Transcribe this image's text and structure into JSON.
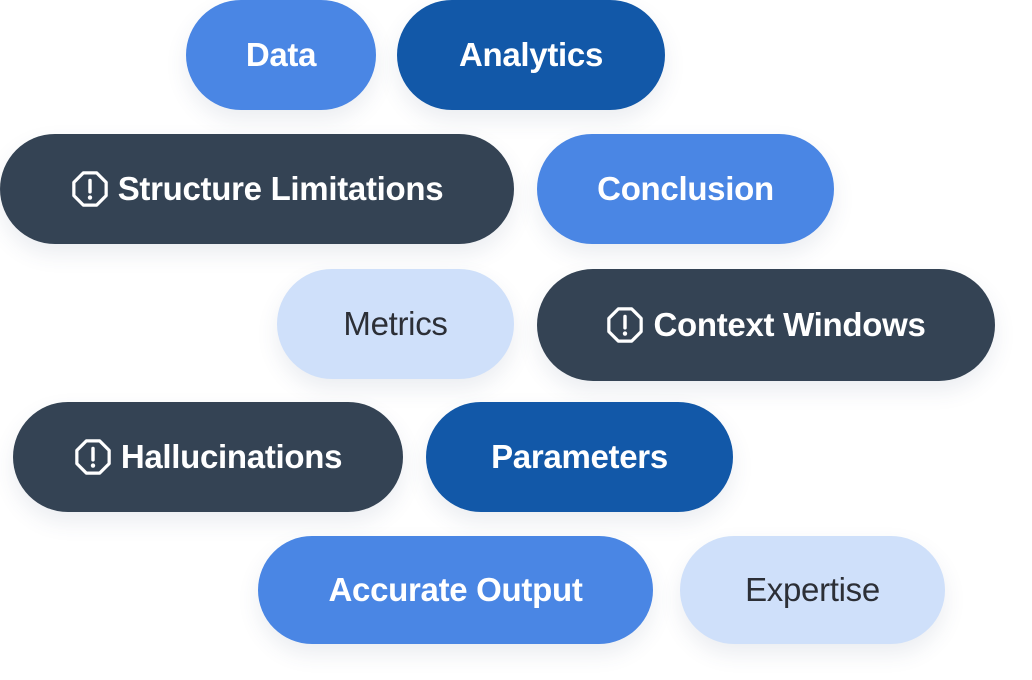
{
  "colors": {
    "medium_blue": "#4a86e4",
    "dark_blue": "#1258a8",
    "dark_slate": "#344354",
    "light_blue": "#cfe0fa",
    "white_text": "#ffffff",
    "dark_text": "#2c2f36"
  },
  "pills": [
    {
      "label": "Data",
      "style": "medium_blue"
    },
    {
      "label": "Analytics",
      "style": "dark_blue"
    },
    {
      "label": "Structure Limitations",
      "style": "dark_slate",
      "icon": "exclamation-octagon-icon"
    },
    {
      "label": "Conclusion",
      "style": "medium_blue"
    },
    {
      "label": "Metrics",
      "style": "light_blue"
    },
    {
      "label": "Context Windows",
      "style": "dark_slate",
      "icon": "exclamation-octagon-icon"
    },
    {
      "label": "Hallucinations",
      "style": "dark_slate",
      "icon": "exclamation-octagon-icon"
    },
    {
      "label": "Parameters",
      "style": "dark_blue"
    },
    {
      "label": "Accurate Output",
      "style": "medium_blue"
    },
    {
      "label": "Expertise",
      "style": "light_blue"
    }
  ]
}
